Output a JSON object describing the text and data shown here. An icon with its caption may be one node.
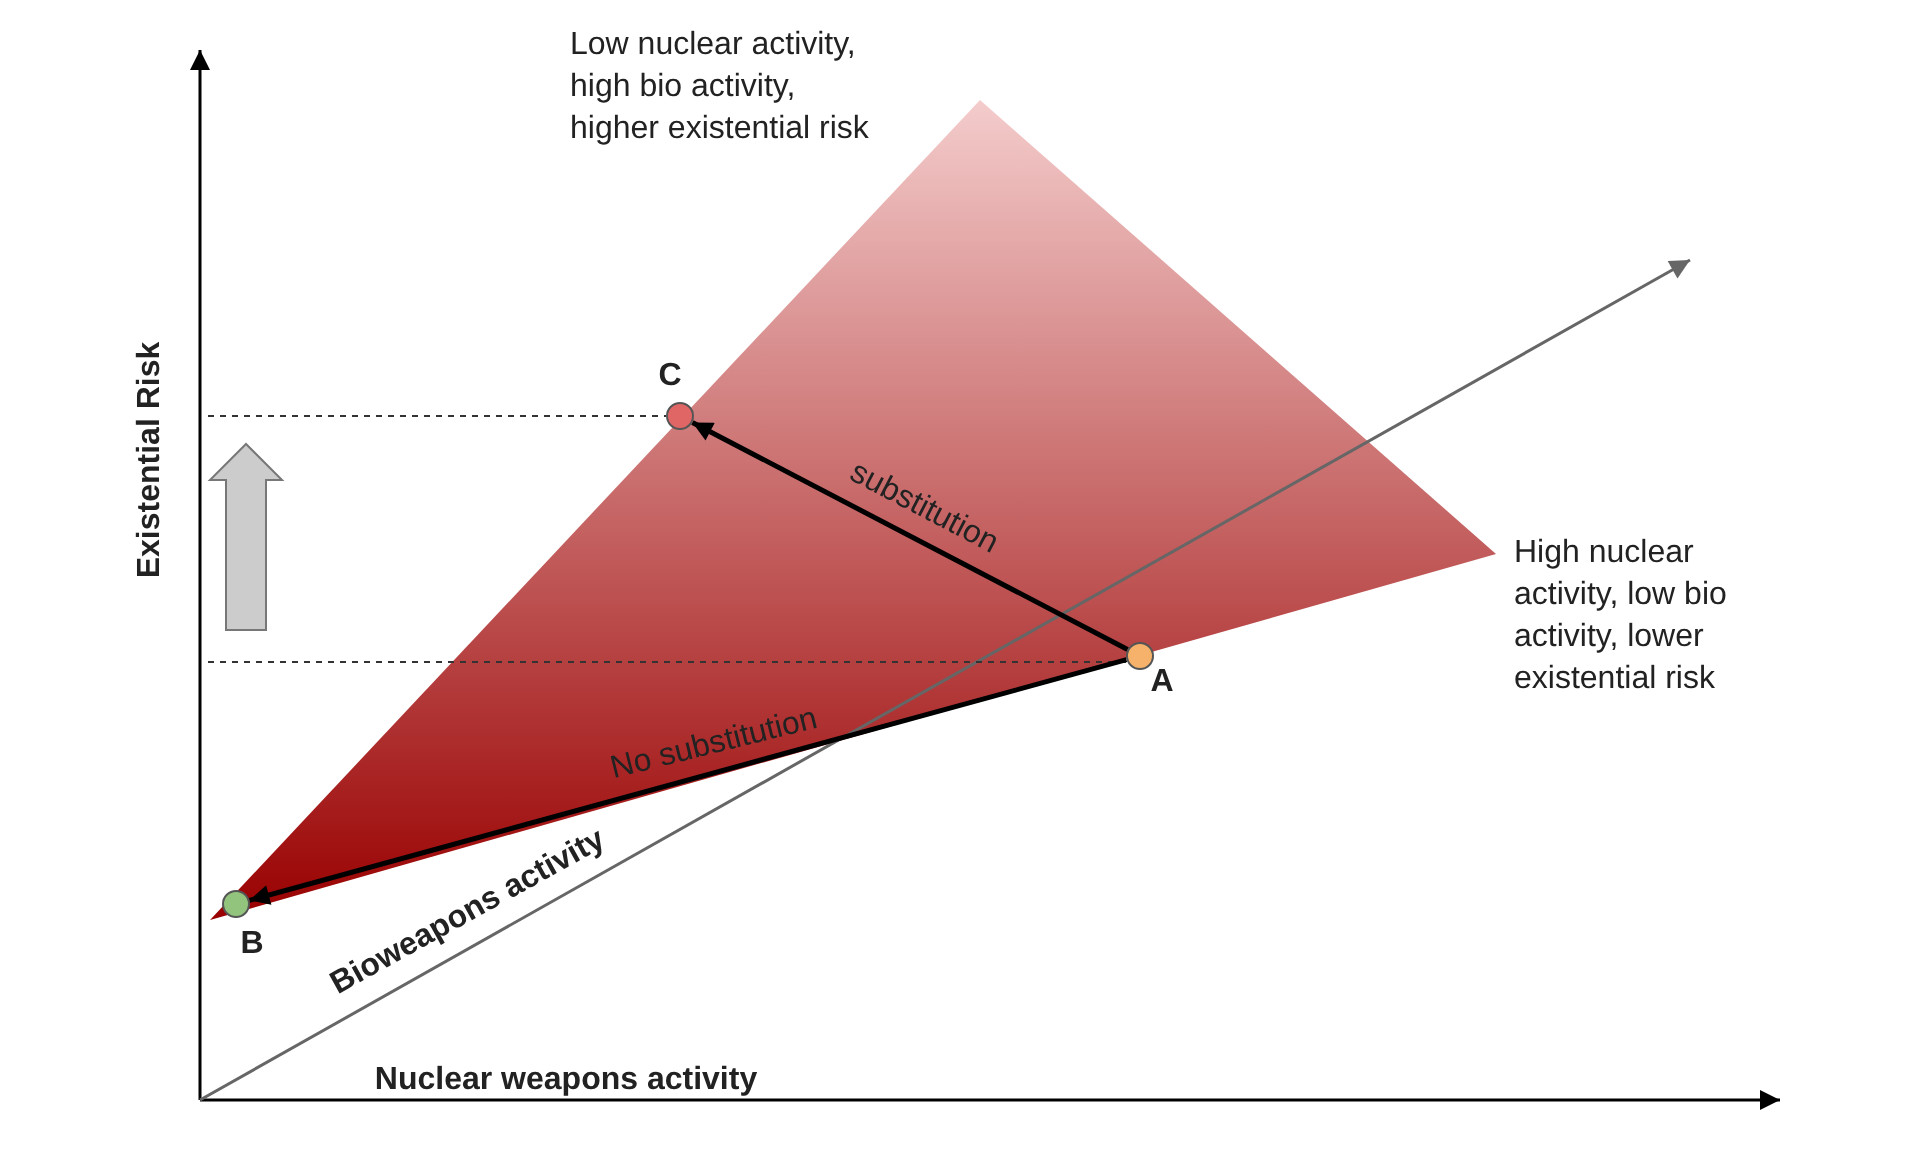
{
  "diagram": {
    "nodes": [
      {
        "text": [],
        "shape": "circle",
        "beside": [
          "B"
        ]
      },
      {
        "text": [],
        "shape": "circle",
        "beside": [
          "C"
        ]
      },
      {
        "text": [],
        "shape": "circle",
        "beside": [
          "A"
        ]
      }
    ],
    "edges": [
      {
        "from": 2,
        "to": 1,
        "arrow": "to",
        "label": "substitution"
      },
      {
        "from": 2,
        "to": 0,
        "arrow": "to",
        "label": "No substitution"
      }
    ],
    "labels": [
      "Low nuclear activity, high bio activity, higher existential risk",
      "High nuclear activity, low bio activity, lower existential risk",
      "Existential Risk",
      "Bioweapons activity",
      "Nuclear weapons activity"
    ]
  }
}
